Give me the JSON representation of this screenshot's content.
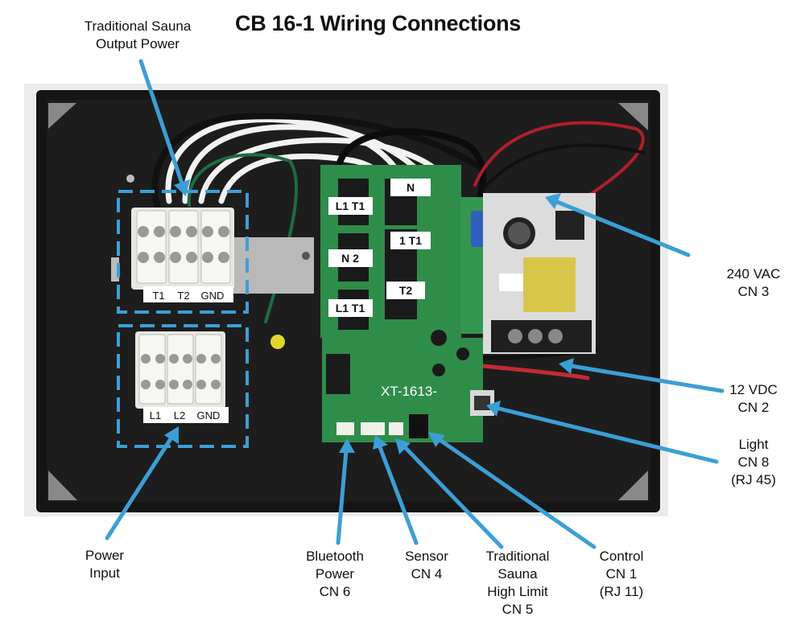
{
  "title": "CB 16-1 Wiring Connections",
  "callouts": {
    "output_power": [
      "Traditional Sauna",
      "Output Power"
    ],
    "vac": [
      "240 VAC",
      "CN 3"
    ],
    "vdc": [
      "12 VDC",
      "CN 2"
    ],
    "light": [
      "Light",
      "CN 8",
      "(RJ 45)"
    ],
    "power_input": [
      "Power",
      "Input"
    ],
    "bluetooth": [
      "Bluetooth",
      "Power",
      "CN 6"
    ],
    "sensor": [
      "Sensor",
      "CN 4"
    ],
    "high_limit": [
      "Traditional",
      "Sauna",
      "High Limit",
      "CN 5"
    ],
    "control": [
      "Control",
      "CN 1",
      "(RJ 11)"
    ]
  },
  "terminal_blocks": {
    "output": [
      "T1",
      "T2",
      "GND"
    ],
    "input": [
      "L1",
      "L2",
      "GND"
    ]
  },
  "relay_labels": [
    "L1 T1",
    "N",
    "N  2",
    "1 T1",
    "T2",
    "L1 T1"
  ],
  "board_label": "XT-1613-",
  "colors": {
    "callout": "#3b9fd6",
    "enclosure": "#151515",
    "pcb": "#2f8d4a"
  }
}
